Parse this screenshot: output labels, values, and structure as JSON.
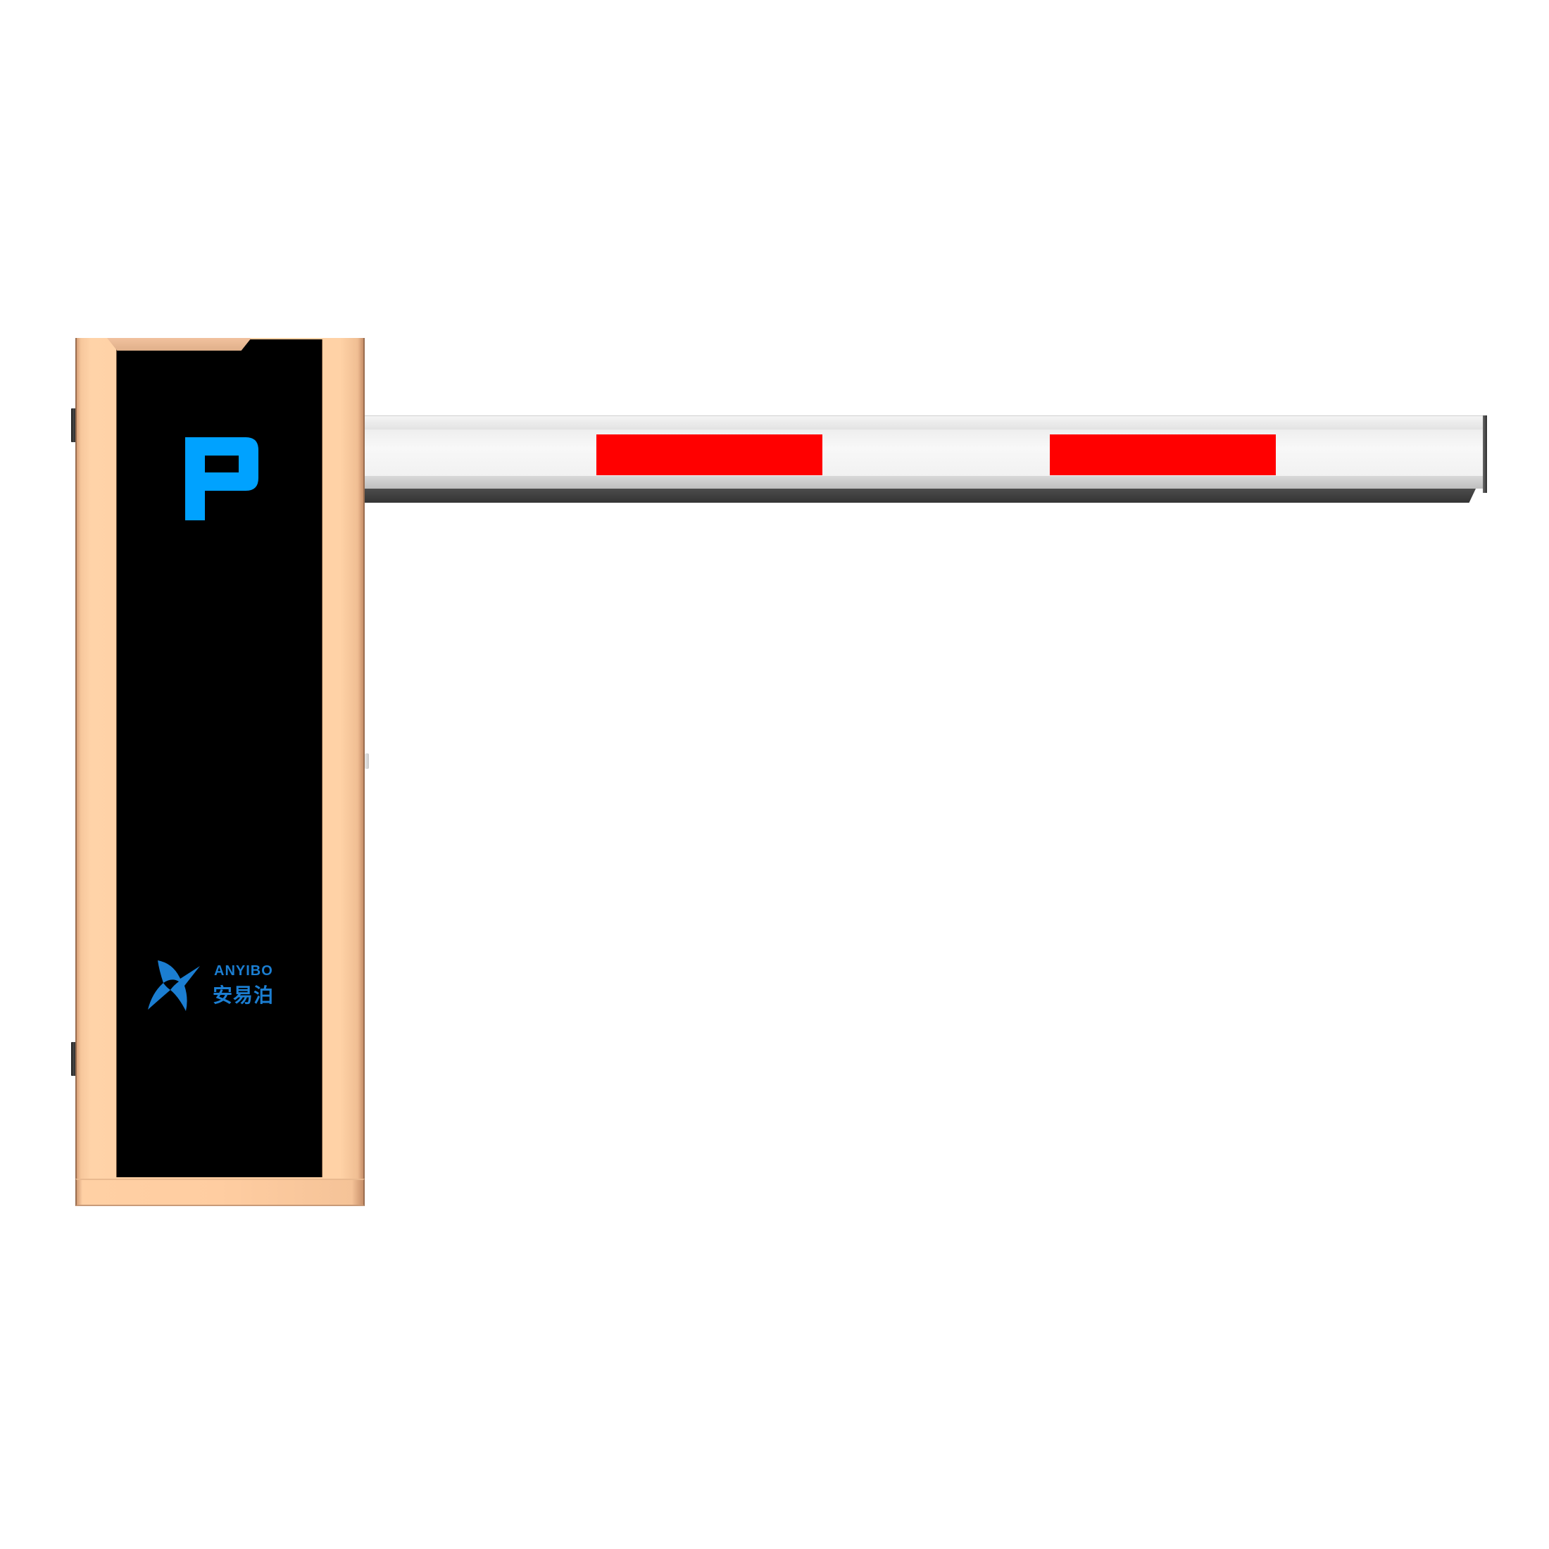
{
  "product": {
    "parking_symbol": "P",
    "brand": {
      "name_en": "ANYIBO",
      "name_cn": "安易泊"
    }
  },
  "colors": {
    "cabinet_frame": "#ffcfa2",
    "cabinet_panel": "#000000",
    "parking_symbol": "#00a2ff",
    "brand": "#1b7ed2",
    "boom_arm": "#f4f4f4",
    "reflective_stripe": "#ff0000",
    "boom_underside": "#3c3c3c"
  },
  "boom": {
    "stripe_count": 2
  }
}
